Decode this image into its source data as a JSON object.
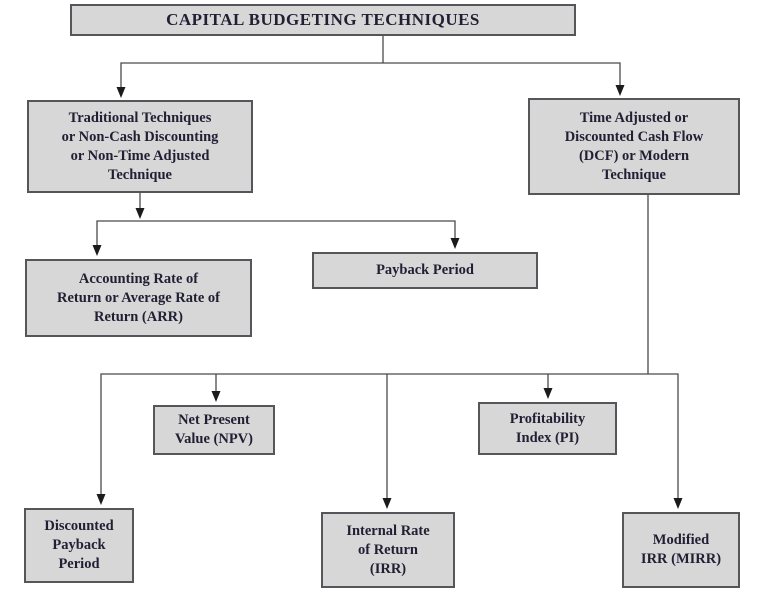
{
  "diagram": {
    "nodes": {
      "title": {
        "label": "CAPITAL BUDGETING TECHNIQUES"
      },
      "traditional": {
        "label": "Traditional Techniques\nor Non-Cash Discounting\nor Non-Time Adjusted\nTechnique"
      },
      "time_adjusted": {
        "label": "Time Adjusted or\nDiscounted Cash Flow\n(DCF) or Modern\nTechnique"
      },
      "arr": {
        "label": "Accounting Rate of\nReturn or Average Rate of\nReturn (ARR)"
      },
      "payback": {
        "label": "Payback Period"
      },
      "npv": {
        "label": "Net Present\nValue (NPV)"
      },
      "pi": {
        "label": "Profitability\nIndex (PI)"
      },
      "discounted_payback": {
        "label": "Discounted\nPayback\nPeriod"
      },
      "irr": {
        "label": "Internal Rate\nof Return\n(IRR)"
      },
      "mirr": {
        "label": "Modified\nIRR (MIRR)"
      }
    },
    "edges": [
      {
        "from": "title",
        "to": "traditional"
      },
      {
        "from": "title",
        "to": "time_adjusted"
      },
      {
        "from": "traditional",
        "to": "arr"
      },
      {
        "from": "traditional",
        "to": "payback"
      },
      {
        "from": "time_adjusted",
        "to": "discounted_payback"
      },
      {
        "from": "time_adjusted",
        "to": "npv"
      },
      {
        "from": "time_adjusted",
        "to": "irr"
      },
      {
        "from": "time_adjusted",
        "to": "pi"
      },
      {
        "from": "time_adjusted",
        "to": "mirr"
      }
    ]
  },
  "colors": {
    "background": "#ffffff",
    "box_fill": "#d7d7d7",
    "box_border": "#55565a",
    "line": "#4a4a4a",
    "arrow": "#1b1b1b",
    "text": "#201f33"
  }
}
